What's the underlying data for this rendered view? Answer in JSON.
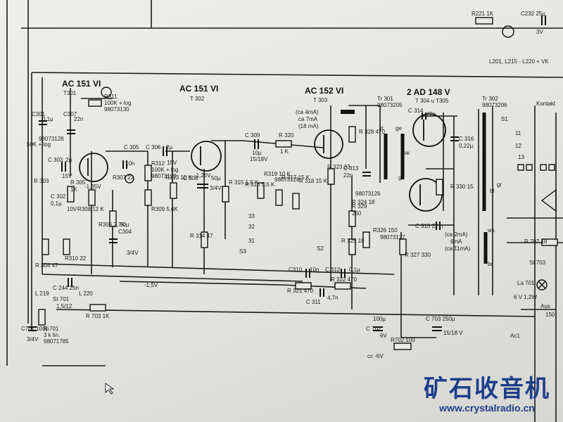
{
  "title_labels": {
    "t301_type": "AC 151 VI",
    "t301_ref": "T301",
    "t302_type": "AC 151 VI",
    "t302_ref": "T 302",
    "t303_type": "AC 152 VI",
    "t303_ref": "T 303",
    "t304_type": "2 AD 148 V",
    "t304_ref": "T 304 u T305"
  },
  "components": {
    "r221": "R221 1K",
    "c232": "C232 25µ",
    "c232_v": "3V",
    "r311": "R311",
    "r311_val": "100K + log",
    "r311_part": "98073130",
    "c301": "C301",
    "c301_val": "0,1µ",
    "c307": "C307",
    "c307_val": "22n",
    "c303": "C 303",
    "c303_val": "2µ",
    "c303_v": "15V",
    "pot": "50K + log",
    "pot_part": "98073128",
    "c305": "C 305",
    "c305_val": "10n",
    "c306": "C 306",
    "c306_val": "2µ",
    "c306_v": "15V",
    "r312": "R312",
    "r312_val": "100K + log",
    "r312_part": "98073129",
    "r307": "R307 22",
    "r308": "R308 12 K",
    "r305": "R 305",
    "r305_val": "1K",
    "r306": "R306 2,7K",
    "c304": "C304",
    "c304_val": "50µ",
    "c304_v": "3/4V",
    "r309": "R309 5,6K",
    "r313": "R313 10 K",
    "v1": "-1,35V",
    "v2": "-1,26V",
    "c308": "C 308",
    "c308_val": "50µ",
    "c308_v": "3/4V",
    "r314": "R 314 47",
    "r315": "R 315 1,5 K",
    "c309": "C 309",
    "c309_val": "10µ",
    "c309_v": "15/18V",
    "r320": "R 320",
    "r320_val": "1 K",
    "r316": "R 316 5,6 K",
    "r319": "R319 10 K",
    "r319_part": "98073128",
    "r317": "R 317 15 K",
    "r318": "R 318 15 K",
    "r323": "R 323 33",
    "c313": "C 313",
    "c313_val": "22n",
    "r328": "R 328 470",
    "r324": "R 324 18",
    "r325": "R 325 18",
    "r329": "R 329",
    "r329_val": "250",
    "r329_part": "98073126",
    "r326": "R326 150",
    "r326_part": "98073127",
    "bias1": "(ca 4mA)",
    "bias2": "ca 7mA",
    "bias3": "(18 mA)",
    "tr301": "Tr 301",
    "tr301_part": "98073205",
    "tr302": "Tr 302",
    "tr302_part": "98073206",
    "c314": "C 314",
    "c314_val": "22n",
    "c316": "C 316",
    "c316_val": "0,22µ",
    "r330": "R 330 15",
    "c315": "C 315 22 n",
    "r327": "R 327 330",
    "i1": "(ca 2mA)",
    "i2": "6mA",
    "i3": "(ca 11mA)",
    "l201": "L201, L215 - L220 + VK",
    "kontakt": "Kontakt",
    "c310": "C310",
    "c310_val": "10n",
    "c312": "C 312",
    "c312_val": "0,1µ",
    "r321": "R 321 470",
    "r322": "R 322 470",
    "c311": "C 311",
    "c311_val": "4,7n",
    "c302": "C 302",
    "c302_val": "0,1µ",
    "c302_v": "10V",
    "r304": "R 304 47",
    "r303": "R 303",
    "r310": "R310 22",
    "c244": "C 244 25n",
    "st701": "St 701",
    "st701_val": "1,5/12",
    "l219": "L 219",
    "l220": "L 220",
    "r703": "R 703 1K",
    "c701": "C701 100µ",
    "c701_v": "3/4V",
    "r701": "R 701",
    "r701_val": "3 k lin.",
    "r701_part": "98071785",
    "c702": "C 702",
    "c702_val": "100µ",
    "c702_v": "6V",
    "r702": "R702 100",
    "c703": "C 703 250µ",
    "c703_v": "15/18 V",
    "neg6v": "cc -6V",
    "neg15v": "-1,5V",
    "s3": "S3",
    "s2": "S2",
    "s1": "S1",
    "n31": "31",
    "n32": "32",
    "n33": "33",
    "n11": "11",
    "n12": "12",
    "n13": "13",
    "r707": "R 707 18",
    "st703": "St 703",
    "la701": "La 701",
    "la_v": "6 V 1,2W",
    "aus": "Aus",
    "n150": "150",
    "ac1": "Ac1",
    "ge": "ge",
    "rt": "rt",
    "sw": "sw",
    "gn": "gn",
    "bl": "bl",
    "ws": "ws",
    "br": "br",
    "gr": "gr"
  },
  "watermark": {
    "title": "矿石收音机",
    "url": "www.crystalradio.cn"
  }
}
